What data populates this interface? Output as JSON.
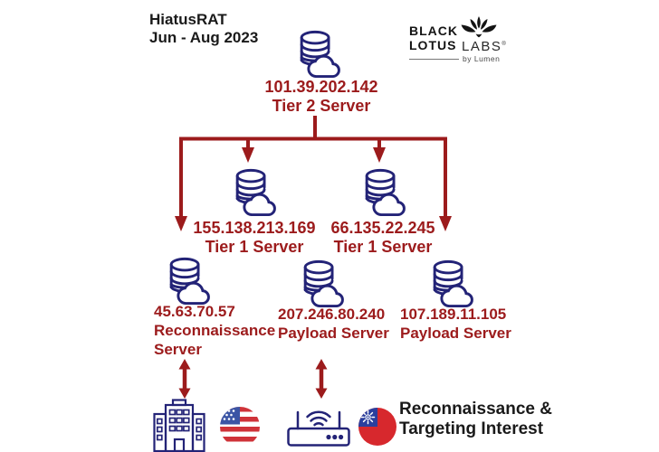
{
  "title": {
    "product": "HiatusRAT",
    "period": "Jun - Aug 2023"
  },
  "logo": {
    "line1": "BLACK",
    "line2": "LOTUS",
    "labs": "LABS",
    "registered": "®",
    "byline": "by Lumen"
  },
  "nodes": {
    "tier2": {
      "ip": "101.39.202.142",
      "role": "Tier 2 Server"
    },
    "tier1_left": {
      "ip": "155.138.213.169",
      "role": "Tier 1 Server"
    },
    "tier1_right": {
      "ip": "66.135.22.245",
      "role": "Tier 1 Server"
    },
    "recon": {
      "ip": "45.63.70.57",
      "role_line1": "Reconnaissance",
      "role_line2": "Server"
    },
    "payload_center": {
      "ip": "207.246.80.240",
      "role": "Payload Server"
    },
    "payload_right": {
      "ip": "107.189.11.105",
      "role": "Payload Server"
    }
  },
  "footer": {
    "annotation_line1": "Reconnaissance &",
    "annotation_line2": "Targeting Interest"
  },
  "icons": {
    "server": "database-cloud-icon",
    "building": "office-building-icon",
    "router": "wifi-router-icon",
    "us_flag": "us-flag-icon",
    "taiwan_flag": "taiwan-flag-icon",
    "lotus": "lotus-flower-icon",
    "tree_connector": "branch-arrows",
    "double_arrow": "double-headed-arrow"
  },
  "colors": {
    "navy": "#232377",
    "dark_red": "#9c1b1c",
    "ink": "#1a1a1a",
    "us_flag_red": "#cf3339",
    "us_flag_blue": "#3b55a5",
    "taiwan_red": "#d7282d",
    "taiwan_blue": "#2b3f9e"
  }
}
